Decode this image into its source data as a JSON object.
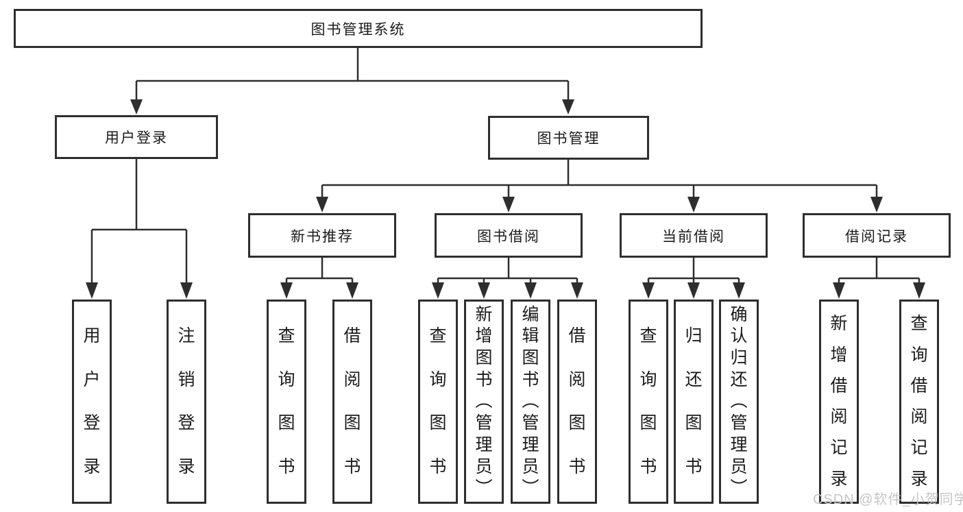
{
  "diagram": {
    "root": {
      "label": "图书管理系统",
      "children": [
        {
          "label": "用户登录",
          "children": [
            {
              "label": "用户登录"
            },
            {
              "label": "注销登录"
            }
          ]
        },
        {
          "label": "图书管理",
          "children": [
            {
              "label": "新书推荐",
              "children": [
                {
                  "label": "查询图书"
                },
                {
                  "label": "借阅图书"
                }
              ]
            },
            {
              "label": "图书借阅",
              "children": [
                {
                  "label": "查询图书"
                },
                {
                  "label": "新增图书（管理员）"
                },
                {
                  "label": "编辑图书（管理员）"
                },
                {
                  "label": "借阅图书"
                }
              ]
            },
            {
              "label": "当前借阅",
              "children": [
                {
                  "label": "查询图书"
                },
                {
                  "label": "归还图书"
                },
                {
                  "label": "确认归还（管理员）"
                }
              ]
            },
            {
              "label": "借阅记录",
              "children": [
                {
                  "label": "新增借阅记录"
                },
                {
                  "label": "查询借阅记录"
                }
              ]
            }
          ]
        }
      ]
    }
  },
  "watermark": {
    "text": "CSDN @软件_小贺同学",
    "color": "#c6c6c6"
  },
  "colors": {
    "box_border": "#2e2e2e",
    "connector": "#2e2e2e",
    "text": "#1b1b1b",
    "background": "#ffffff"
  }
}
